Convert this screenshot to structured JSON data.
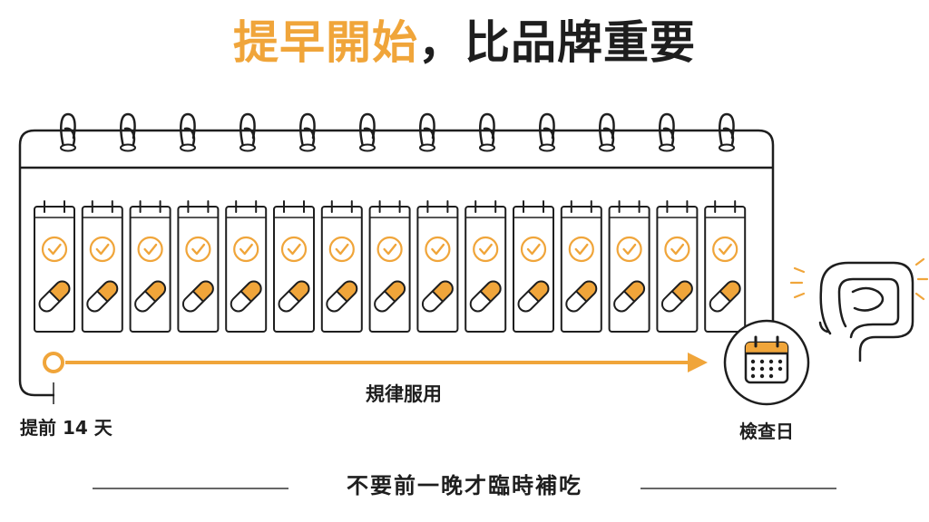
{
  "title": {
    "highlight": "提早開始",
    "rest": "，比品牌重要"
  },
  "arrow_label": "規律服用",
  "start_label": "提前 14 天",
  "end_label": "檢查日",
  "bottom_note": "不要前一晚才臨時補吃",
  "day_count": 15,
  "ring_count": 12,
  "colors": {
    "accent": "#f0a53a",
    "stroke": "#1e1e1e",
    "divider": "#333333"
  },
  "icons": [
    "check-circle-icon",
    "capsule-icon",
    "calendar-icon",
    "intestine-icon"
  ]
}
